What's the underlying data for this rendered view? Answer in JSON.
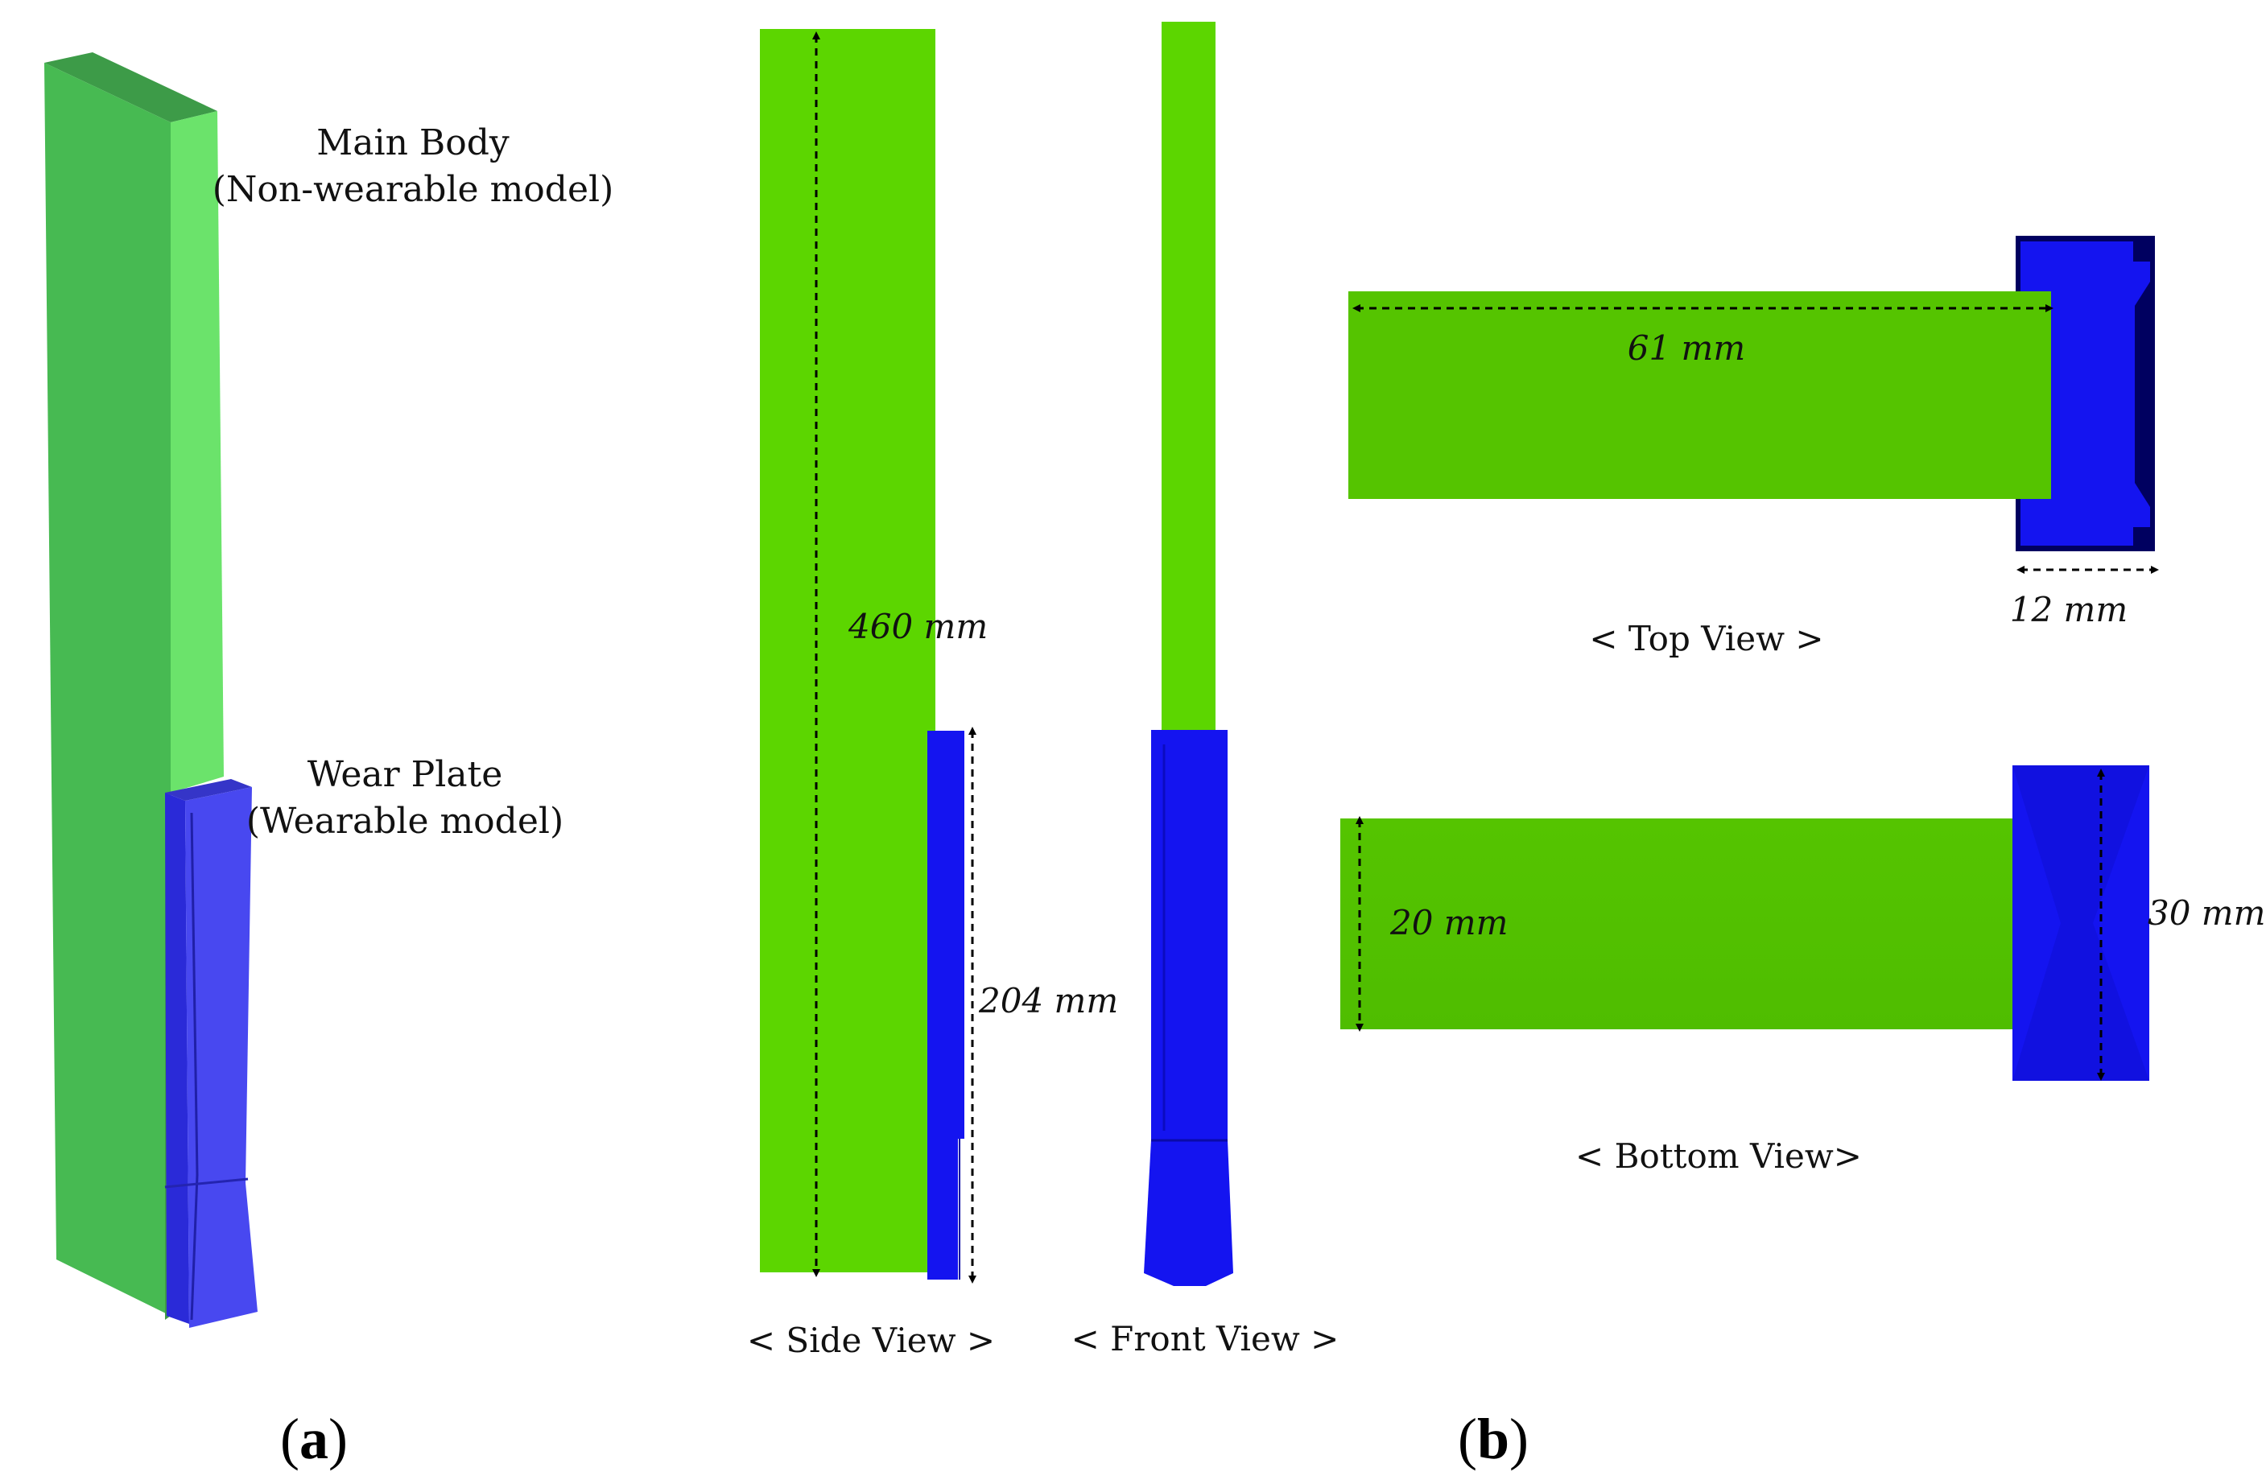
{
  "panel_a": {
    "main_body_label": "Main Body",
    "main_body_sub": "(Non-wearable model)",
    "wear_plate_label": "Wear Plate",
    "wear_plate_sub": "(Wearable model)",
    "caption_open": "(",
    "caption_letter": "a",
    "caption_close": ")"
  },
  "panel_b": {
    "side_view": "< Side View >",
    "front_view": "< Front View >",
    "top_view": "< Top View >",
    "bottom_view": "< Bottom View>",
    "dim_460": "460 mm",
    "dim_204": "204 mm",
    "dim_61": "61 mm",
    "dim_12": "12 mm",
    "dim_20": "20 mm",
    "dim_30": "30 mm",
    "caption_open": "(",
    "caption_letter": "b",
    "caption_close": ")"
  },
  "colors": {
    "main_body_green": "#5cd600",
    "main_body_3d_green": "#4cc14c",
    "wear_plate_blue": "#1414f0",
    "wear_plate_dark": "#000080"
  }
}
